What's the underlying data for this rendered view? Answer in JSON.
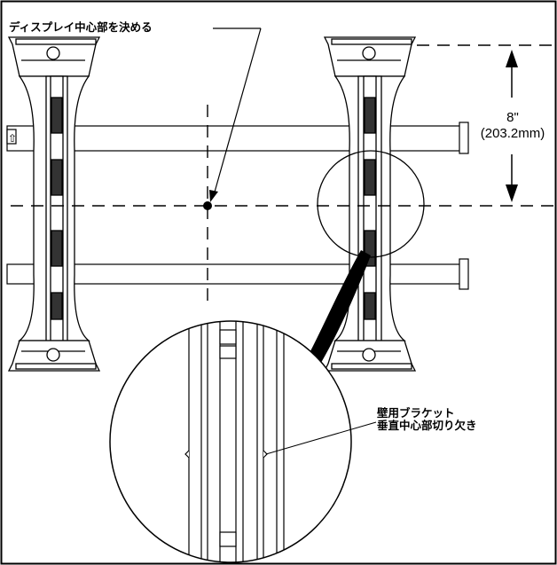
{
  "labels": {
    "center_label": "ディスプレイ中心部を決める",
    "spacing_value": "8\"",
    "spacing_mm": "(203.2mm)",
    "bracket_line1": "壁用ブラケット",
    "bracket_line2": "垂直中心部切り欠き"
  }
}
